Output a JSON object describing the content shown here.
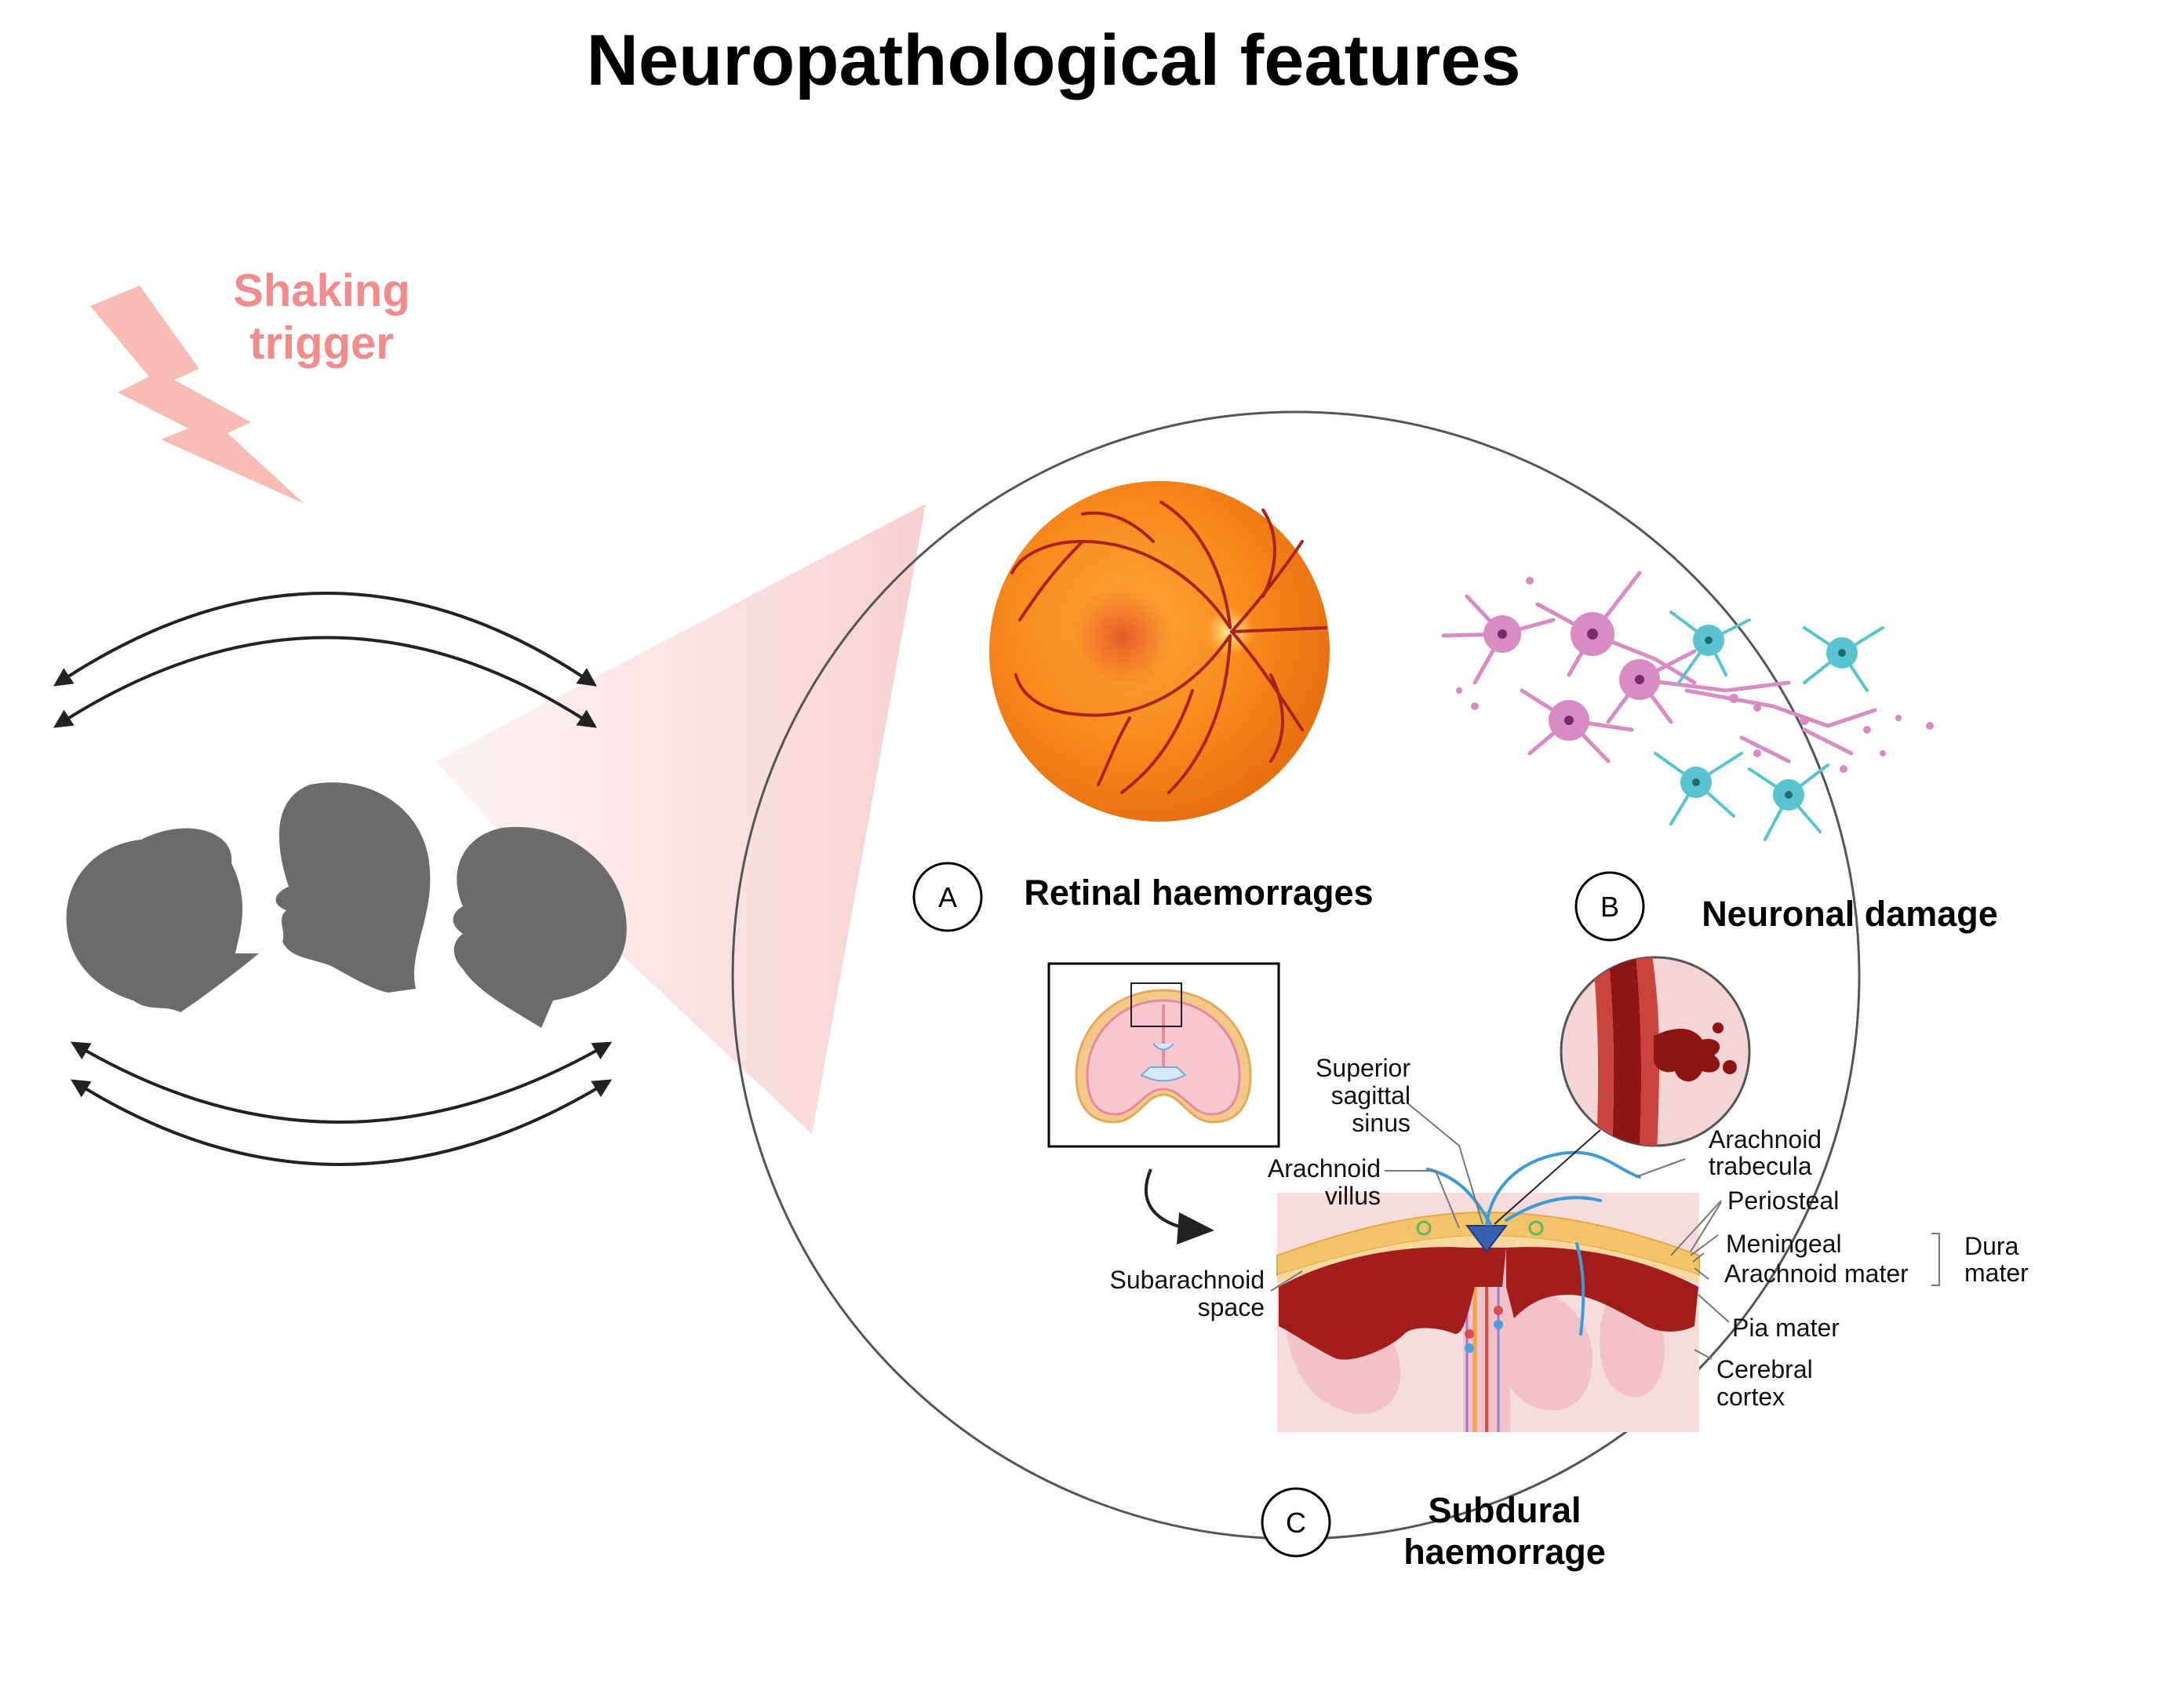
{
  "title": "Neuropathological features",
  "trigger": {
    "line1": "Shaking",
    "line2": "trigger"
  },
  "panels": {
    "a": {
      "letter": "A",
      "caption": "Retinal haemorrages"
    },
    "b": {
      "letter": "B",
      "caption": "Neuronal damage"
    },
    "c": {
      "letter": "C",
      "caption_line1": "Subdural",
      "caption_line2": "haemorrage"
    }
  },
  "labels": {
    "superior_sagittal_sinus": [
      "Superior",
      "sagittal",
      "sinus"
    ],
    "arachnoid_villus": [
      "Arachnoid",
      "villus"
    ],
    "subarachnoid_space": [
      "Subarachnoid",
      "space"
    ],
    "arachnoid_trabecula": [
      "Arachnoid",
      "trabecula"
    ],
    "periosteal": "Periosteal",
    "meningeal": "Meningeal",
    "arachnoid_mater": "Arachnoid mater",
    "dura_mater": [
      "Dura",
      "mater"
    ],
    "pia_mater": "Pia mater",
    "cerebral_cortex": [
      "Cerebral",
      "cortex"
    ]
  },
  "colors": {
    "trigger": "#f28b8b",
    "head": "#6b6b6b",
    "retina": "#f58a1f",
    "vessel": "#a8231e",
    "neuron_pink": "#d98bc4",
    "neuron_cyan": "#59c3cf",
    "blood": "#a31d1d",
    "beam": "#f9d4d4"
  },
  "icons": [
    "lightning-bolt-icon",
    "curved-double-arrow-icon",
    "infant-head-silhouette-icon",
    "curved-arrow-icon"
  ]
}
